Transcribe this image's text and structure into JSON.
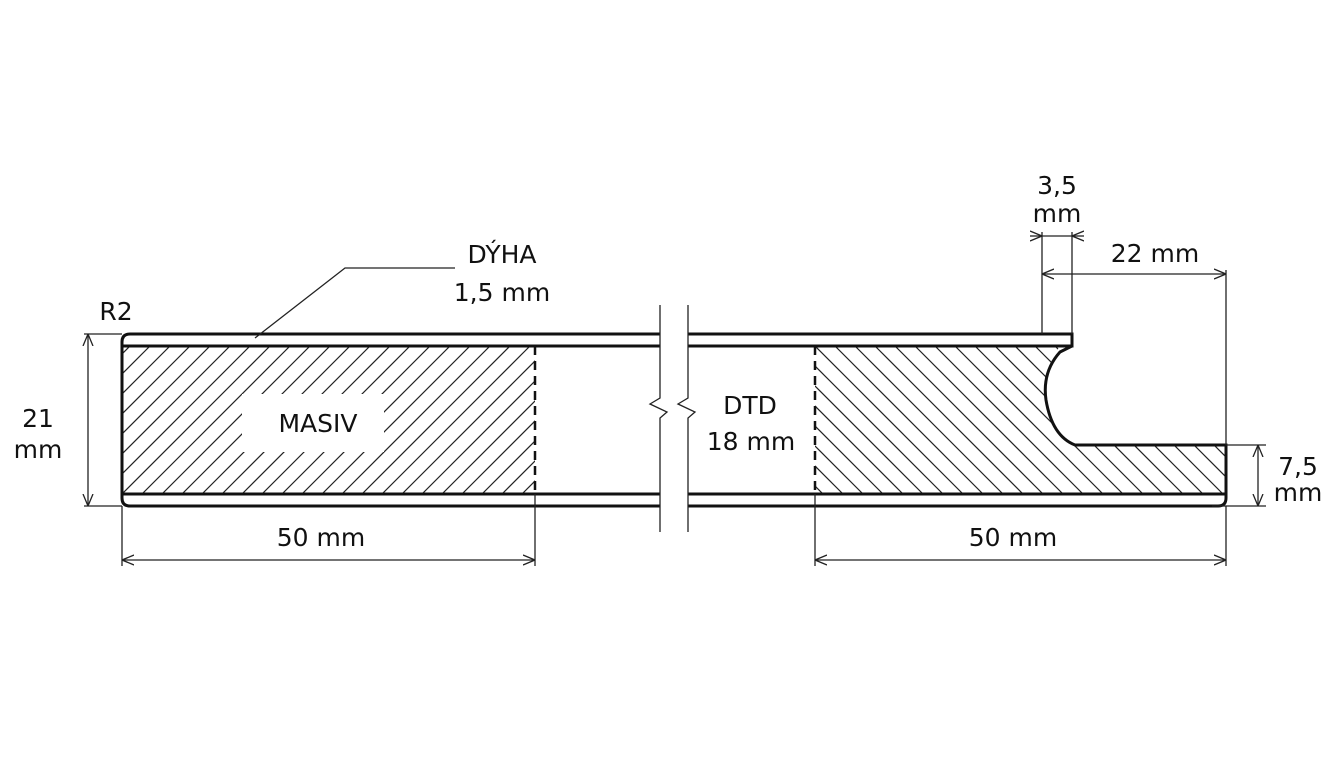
{
  "labels": {
    "veneer_name": "DÝHA",
    "veneer_thickness": "1,5 mm",
    "radius": "R2",
    "height_value": "21",
    "height_unit": "mm",
    "solid_wood": "MASIV",
    "board_name": "DTD",
    "board_thickness": "18 mm",
    "left_width": "50 mm",
    "right_width": "50 mm",
    "grip_width": "22 mm",
    "lip_value": "3,5",
    "lip_unit": "mm",
    "step_value": "7,5",
    "step_unit": "mm"
  },
  "colors": {
    "line": "#111111",
    "background": "#ffffff"
  }
}
